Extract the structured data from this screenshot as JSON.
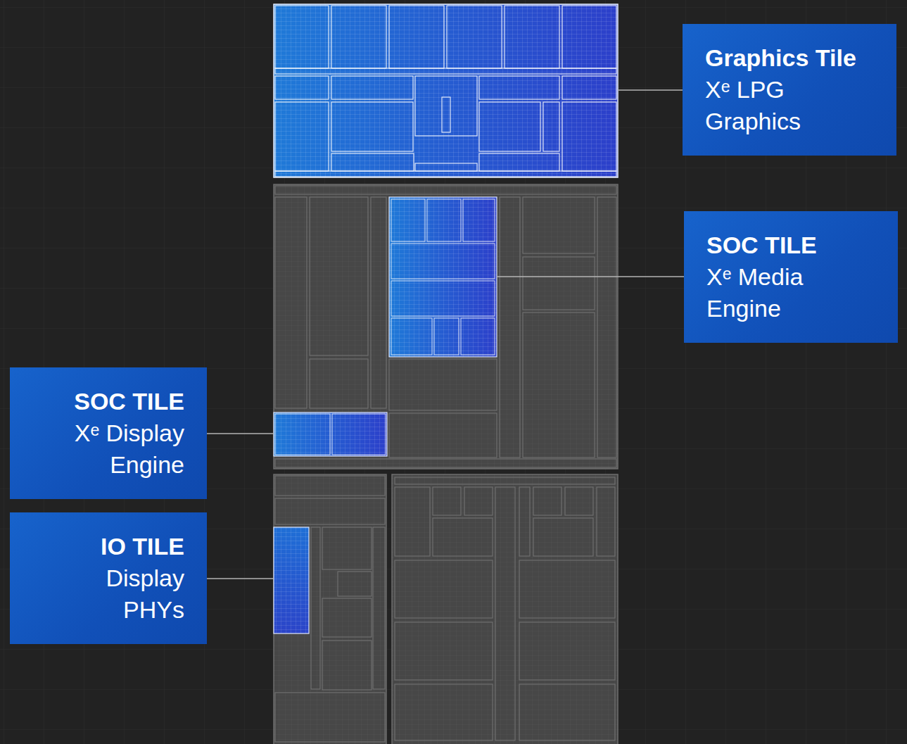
{
  "diagram": {
    "nodes": [
      {
        "text": [
          "Graphics Tile",
          "Xᵉ LPG Graphics"
        ]
      },
      {
        "text": [
          "SOC TILE",
          "Xᵉ Media Engine"
        ]
      },
      {
        "text": [
          "SOC TILE",
          "Xᵉ Display Engine"
        ]
      },
      {
        "text": [
          "IO TILE",
          "Display PHYs"
        ]
      }
    ]
  }
}
